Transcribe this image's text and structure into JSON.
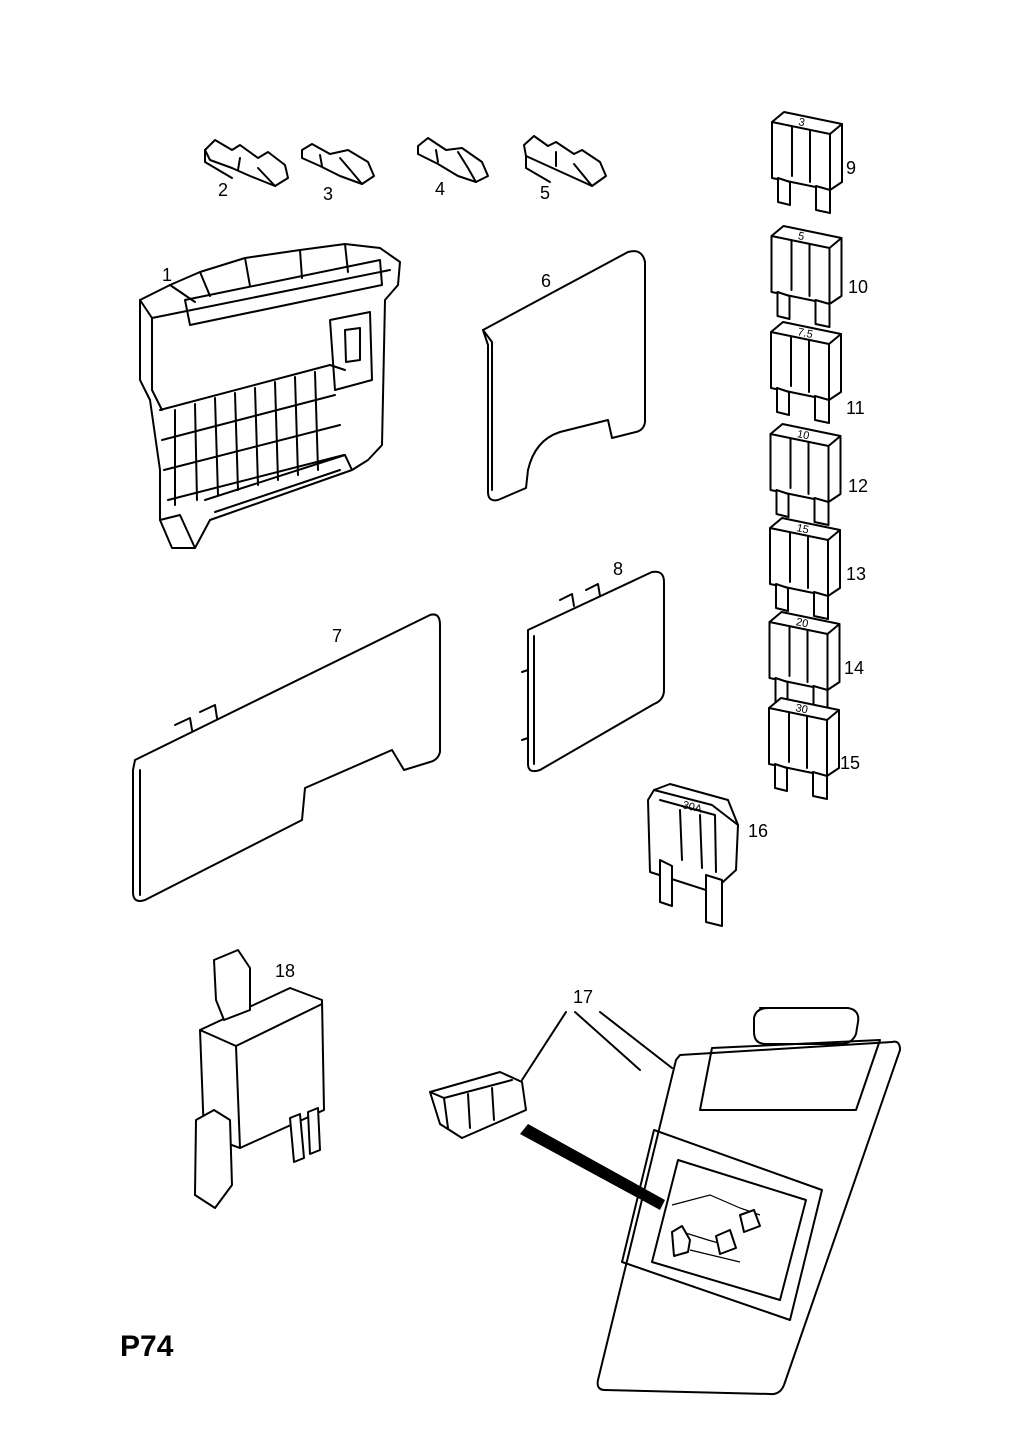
{
  "page_code": "P74",
  "callouts": [
    {
      "id": "1",
      "label": "1"
    },
    {
      "id": "2",
      "label": "2"
    },
    {
      "id": "3",
      "label": "3"
    },
    {
      "id": "4",
      "label": "4"
    },
    {
      "id": "5",
      "label": "5"
    },
    {
      "id": "6",
      "label": "6"
    },
    {
      "id": "7",
      "label": "7"
    },
    {
      "id": "8",
      "label": "8"
    },
    {
      "id": "9",
      "label": "9"
    },
    {
      "id": "10",
      "label": "10"
    },
    {
      "id": "11",
      "label": "11"
    },
    {
      "id": "12",
      "label": "12"
    },
    {
      "id": "13",
      "label": "13"
    },
    {
      "id": "14",
      "label": "14"
    },
    {
      "id": "15",
      "label": "15"
    },
    {
      "id": "16",
      "label": "16"
    },
    {
      "id": "17",
      "label": "17"
    },
    {
      "id": "18",
      "label": "18"
    }
  ],
  "fuse_ratings": [
    "3",
    "5",
    "7.5",
    "10",
    "15",
    "20",
    "30"
  ],
  "maxi_fuse_rating": "30A"
}
